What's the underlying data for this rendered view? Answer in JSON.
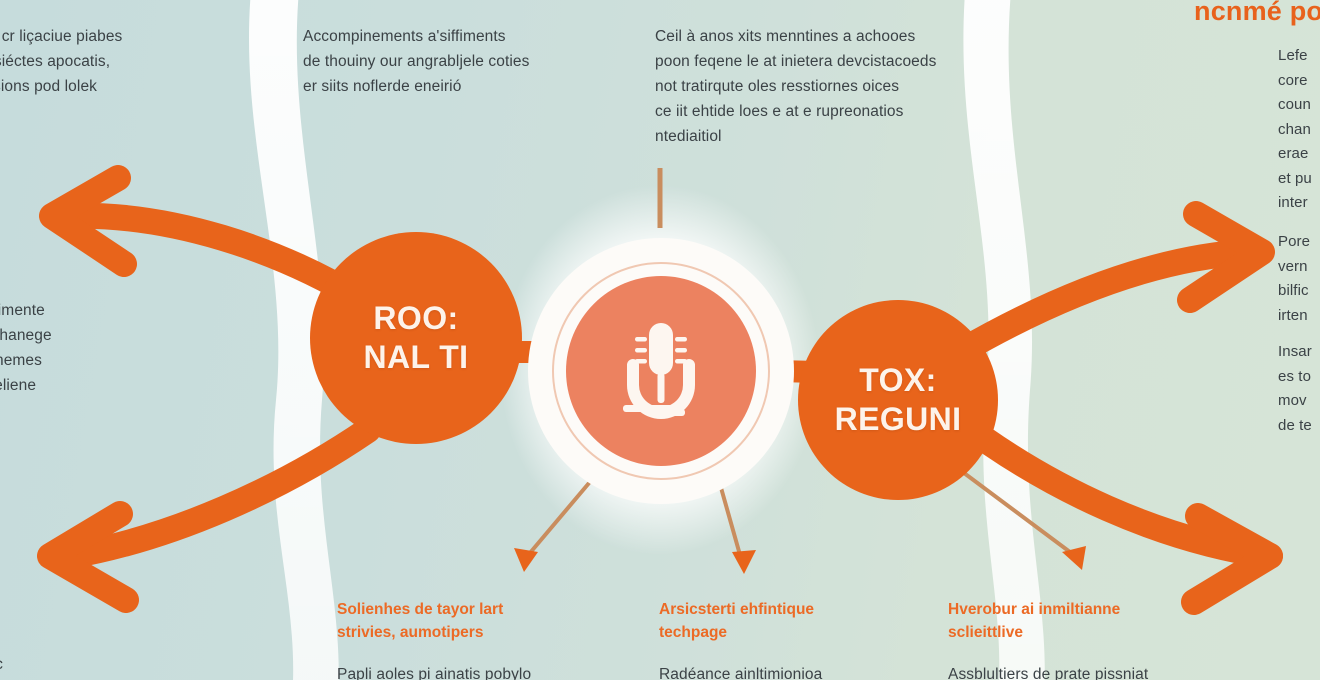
{
  "meta": {
    "kind": "infographic",
    "palette": {
      "bg_left": "#c9dedd",
      "bg_right": "#d6e4d7",
      "band_white": "#f6faf7",
      "orange": "#e8641b",
      "orange_text": "#ec6a25",
      "salmon": "#ec8260",
      "body_text": "#3b4246",
      "node_label": "#fdf3ea"
    }
  },
  "title": {
    "corner_heading": "ncnmé poa"
  },
  "nodes": [
    {
      "id": "left-node",
      "label": "ROO:\nNAL TI"
    },
    {
      "id": "right-node",
      "label": "TOX:\nREGUNI"
    }
  ],
  "hub": {
    "icon": "microphone-icon"
  },
  "text_blocks": [
    {
      "id": "top-left-clipped",
      "text": "van cr liçaciue piabes\nde siéctes apocatis,\nolusions pod lolek"
    },
    {
      "id": "top-col-2",
      "text": "Accompinements a'siffiments\nde thouiny our angrabljele coties\ner siits noflerde eneirió"
    },
    {
      "id": "top-col-3",
      "text": "Ceil à anos xits menntines a achooes\npoon feqene le at inietera devcistacoeds\nnot tratirqute oles resstiornes oices\nce iit ehtide loes e at e rupreonatios\nntediaitiol"
    },
    {
      "id": "right-col-a",
      "text": "Lefe\ncore\ncoun\nchan\neraе\net pu\ninter"
    },
    {
      "id": "right-col-b",
      "text": "Pore\nvern\nbilfic\nirten"
    },
    {
      "id": "right-col-c",
      "text": "Insar\nes to\nmov\nde te"
    },
    {
      "id": "left-mid-clipped",
      "text": "ifinlimente\nét chanege\neipnemes\ns celiene"
    },
    {
      "id": "bottom-left-clipped",
      "text": "olr\ns\natc"
    }
  ],
  "bottom_items": [
    {
      "id": "bottom-col-1",
      "heading": "Solienhes de tayor lart\nstrivies, aumotipers",
      "body": "Papli aoles pi ainatis pobylo"
    },
    {
      "id": "bottom-col-2",
      "heading": "Arsicsterti ehfintique\ntechpage",
      "body": "Radéance ainltimionioa"
    },
    {
      "id": "bottom-col-3",
      "heading": "Hverobur ai inmiltianne\nsclieittlive",
      "body": "Assblultiers de prate pissniat"
    }
  ]
}
